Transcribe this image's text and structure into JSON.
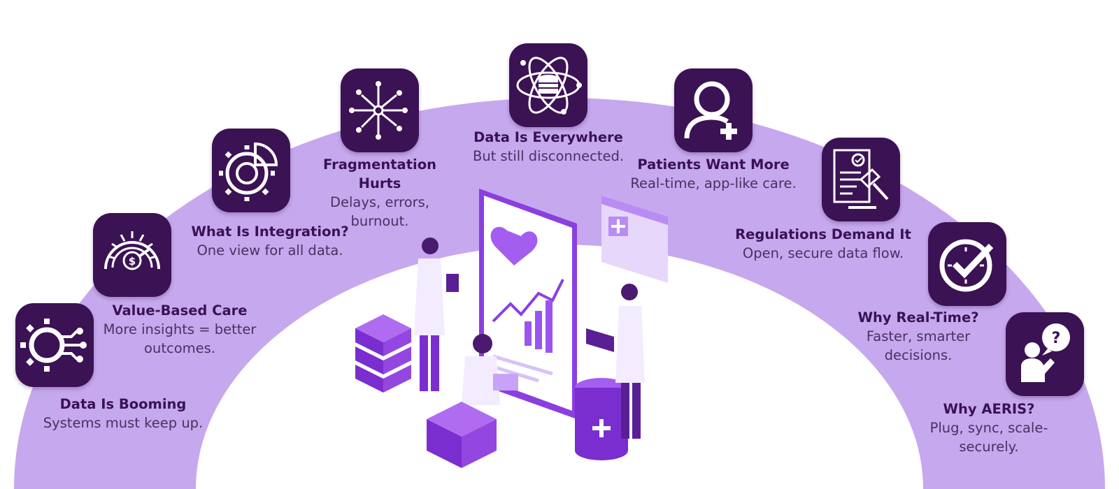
{
  "colors": {
    "arc": "#c6a8ee",
    "icon_bg": "#3b1254",
    "title": "#3a1254",
    "desc": "#4a3060"
  },
  "items": [
    {
      "icon": "gear-circuit-icon",
      "title": "Data Is Booming",
      "desc": "Systems must keep up."
    },
    {
      "icon": "gauge-dollar-icon",
      "title": "Value-Based Care",
      "desc": "More insights = better outcomes."
    },
    {
      "icon": "gear-pie-chart-icon",
      "title": "What Is Integration?",
      "desc": "One view for all data."
    },
    {
      "icon": "network-hub-icon",
      "title": "Fragmentation Hurts",
      "desc": "Delays, errors, burnout."
    },
    {
      "icon": "atom-database-icon",
      "title": "Data Is Everywhere",
      "desc": "But still disconnected."
    },
    {
      "icon": "patient-plus-icon",
      "title": "Patients Want More",
      "desc": "Real-time, app-like care."
    },
    {
      "icon": "document-gavel-icon",
      "title": "Regulations Demand It",
      "desc": "Open, secure data flow."
    },
    {
      "icon": "clock-check-icon",
      "title": "Why Real-Time?",
      "desc": "Faster, smarter decisions."
    },
    {
      "icon": "person-question-icon",
      "title": "Why AERIS?",
      "desc": "Plug, sync, scale-securely."
    }
  ]
}
